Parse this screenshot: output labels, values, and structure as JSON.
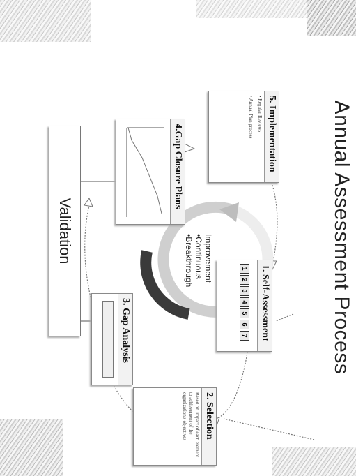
{
  "title": "Annual Assessment Process",
  "steps": {
    "self_assessment": {
      "label": "1. Self-Assessment",
      "levels": [
        "1",
        "2",
        "3",
        "4",
        "5",
        "6",
        "7"
      ]
    },
    "selection": {
      "label": "2. Selection",
      "description": "Based on Impact of each element to achievement of the organization's objectives"
    },
    "gap_analysis": {
      "label": "3. Gap Analysis"
    },
    "gap_closure": {
      "label": "4.Gap Closure Plans"
    },
    "implementation": {
      "label": "5. Implementation",
      "bullets": [
        "• Regular Reviews",
        "• Annual Plan process"
      ]
    }
  },
  "cycle_center": {
    "heading": "Improvement",
    "items": [
      "•Continuous",
      "•Breakthrough"
    ]
  },
  "validation_label": "Validation"
}
